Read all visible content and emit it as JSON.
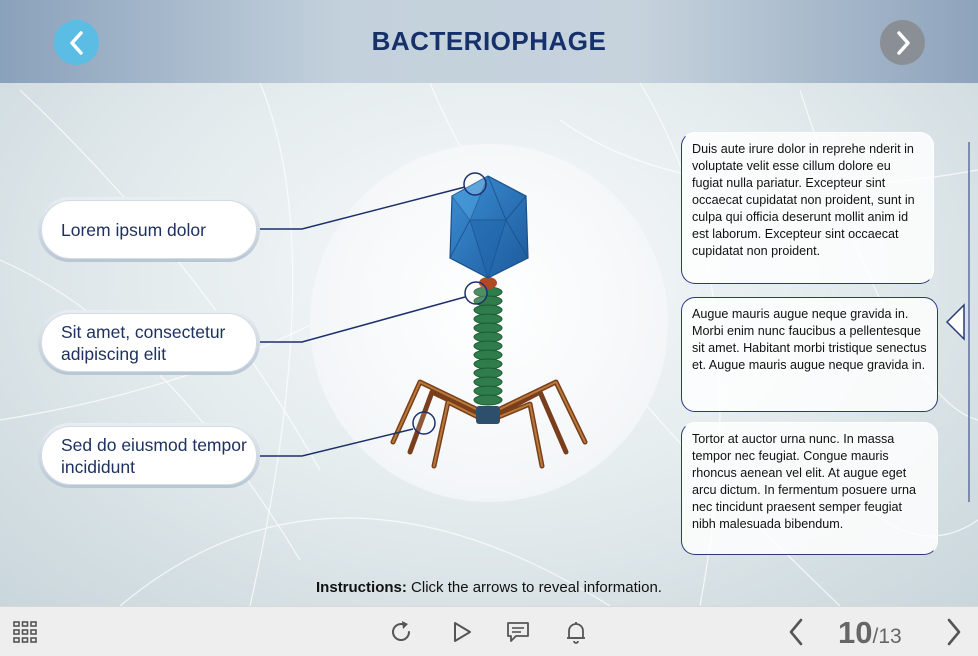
{
  "header": {
    "title": "BACTERIOPHAGE",
    "prev_icon": "chevron-left-icon",
    "next_icon": "chevron-right-icon"
  },
  "callouts": [
    {
      "label": "Lorem ipsum dolor"
    },
    {
      "label": "Sit amet, consectetur adipiscing elit"
    },
    {
      "label": "Sed do eiusmod tempor incididunt"
    }
  ],
  "info_boxes": [
    {
      "text": "Duis aute irure dolor in reprehe nderit in voluptate velit esse cillum dolore eu fugiat nulla pariatur. Excepteur sint occaecat cupidatat non proident, sunt in culpa qui officia deserunt mollit anim id est laborum. Excepteur sint occaecat cupidatat non proident."
    },
    {
      "text": "Augue mauris augue neque gravida in. Morbi enim nunc faucibus a pellentesque sit amet. Habitant morbi tristique senectus et. Augue mauris augue neque gravida in."
    },
    {
      "text": "Tortor at auctor urna nunc. In massa tempor nec feugiat. Congue mauris rhoncus aenean vel elit. At augue eget arcu dictum. In fermentum posuere urna nec tincidunt praesent semper feugiat nibh malesuada bibendum."
    }
  ],
  "instructions": {
    "label": "Instructions:",
    "text": " Click the arrows to reveal information."
  },
  "player": {
    "menu_icon": "grid-menu-icon",
    "replay_icon": "replay-icon",
    "play_icon": "play-icon",
    "captions_icon": "captions-icon",
    "notification_icon": "bell-icon",
    "prev_icon": "chevron-left-icon",
    "next_icon": "chevron-right-icon",
    "current_page": "10",
    "total_pages": "/13"
  },
  "colors": {
    "title": "#15306b",
    "prev_button": "#5bbde4",
    "next_button": "#8a8f95",
    "callout_line": "#1e2f6d",
    "capsid": "#2a6fb4",
    "tail": "#2e7d4b",
    "legs": "#8b4a25"
  }
}
